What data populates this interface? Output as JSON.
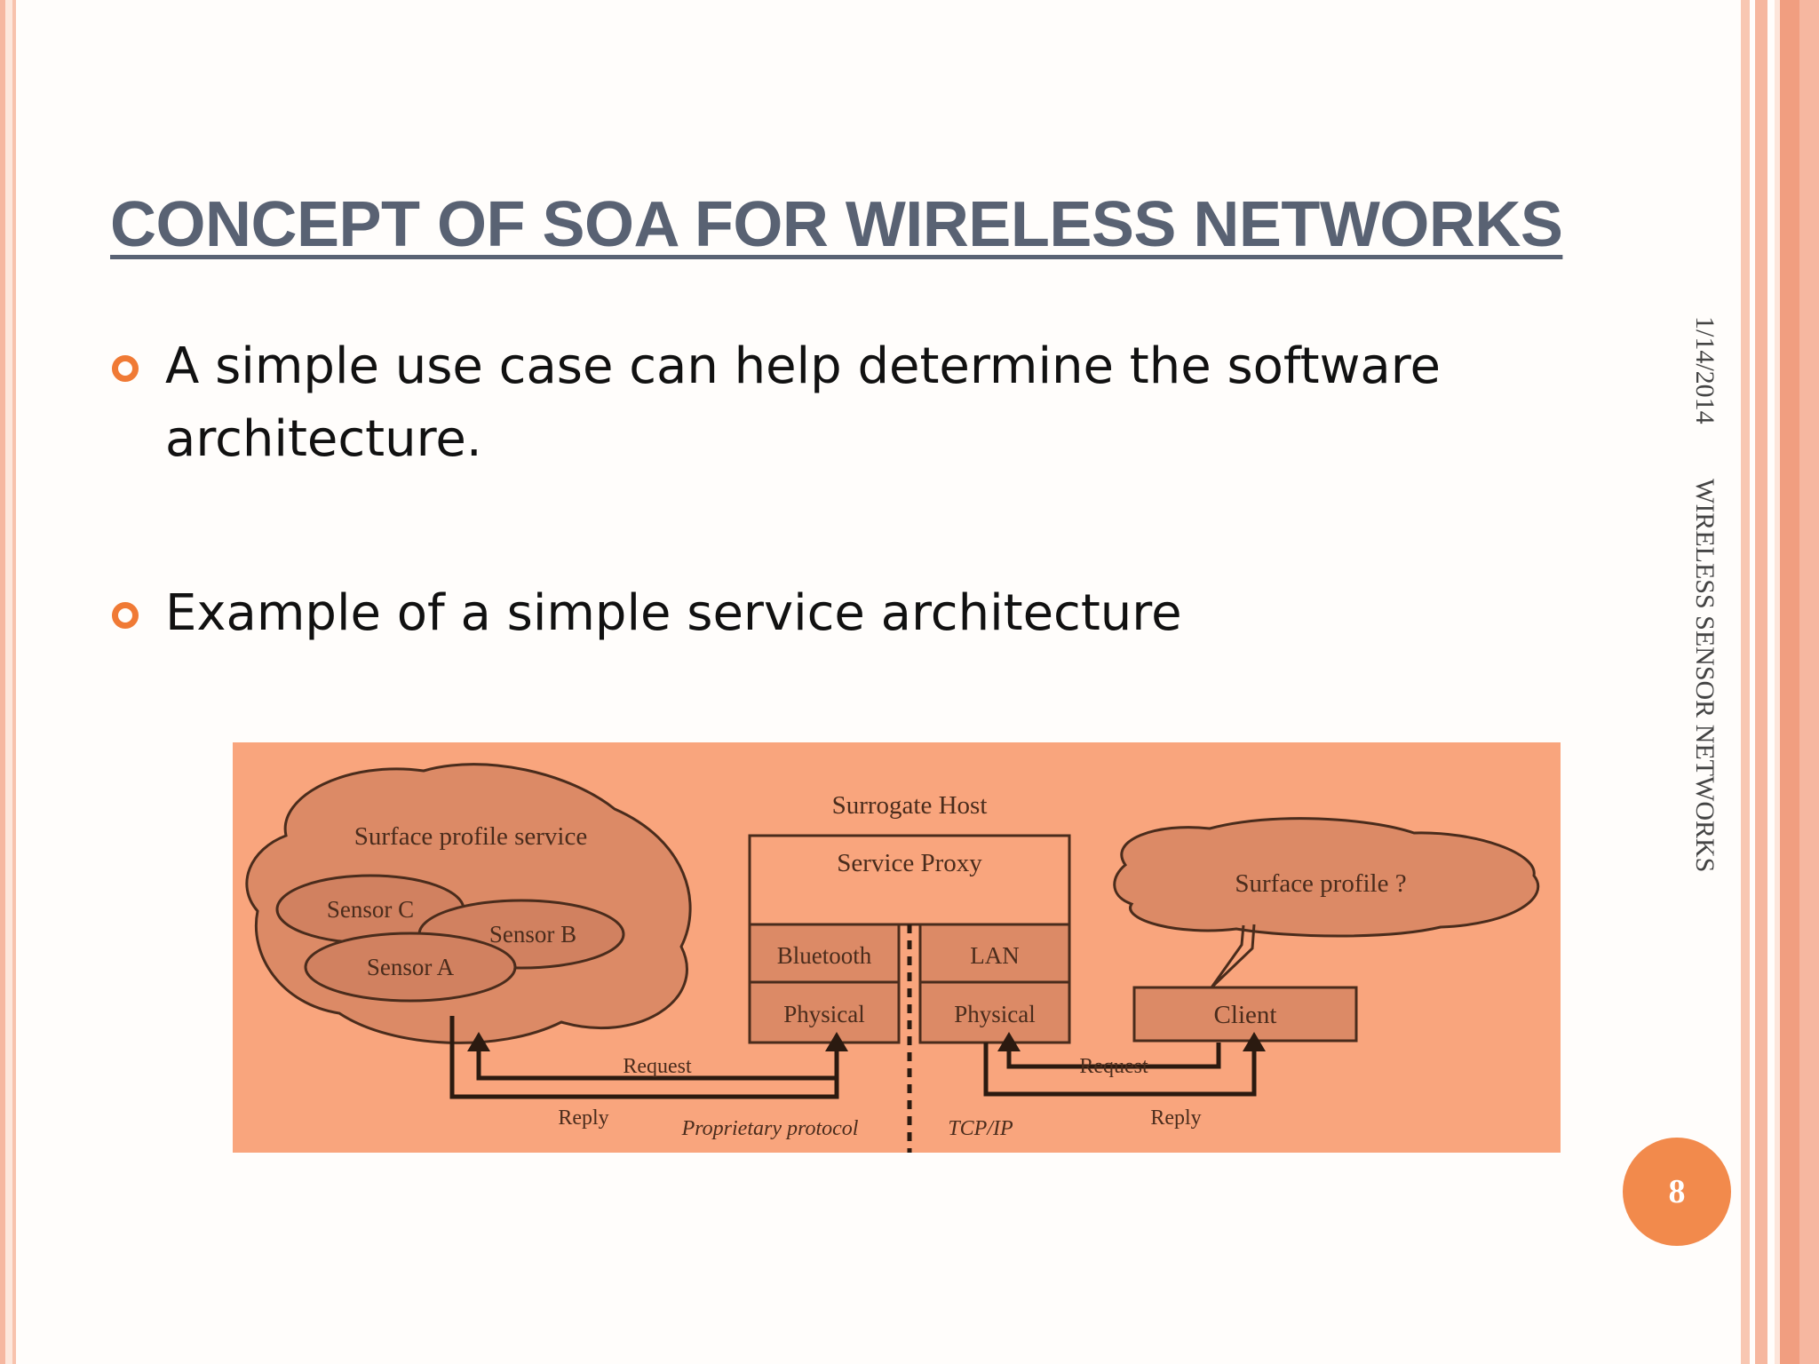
{
  "slide": {
    "title": "CONCEPT OF SOA FOR WIRELESS NETWORKS",
    "bullets": [
      "A simple use case can help determine the software architecture.",
      "Example of a simple service architecture"
    ],
    "date": "1/14/2014",
    "footer": "WIRELESS SENSOR NETWORKS",
    "page_number": "8"
  },
  "diagram": {
    "cloud_left_label": "Surface profile service",
    "sensors": [
      "Sensor C",
      "Sensor B",
      "Sensor A"
    ],
    "surrogate_host": "Surrogate Host",
    "service_proxy": "Service Proxy",
    "stack_left": [
      "Bluetooth",
      "Physical"
    ],
    "stack_right": [
      "LAN",
      "Physical"
    ],
    "cloud_right_label": "Surface profile ?",
    "client": "Client",
    "request_label": "Request",
    "reply_label": "Reply",
    "proprietary_label": "Proprietary protocol",
    "tcpip_label": "TCP/IP"
  },
  "colors": {
    "accent": "#f07a35",
    "title": "#596273",
    "figure_bg": "#f9a57d",
    "figure_fill": "#dc8a66",
    "figure_line": "#4a2c1c"
  }
}
